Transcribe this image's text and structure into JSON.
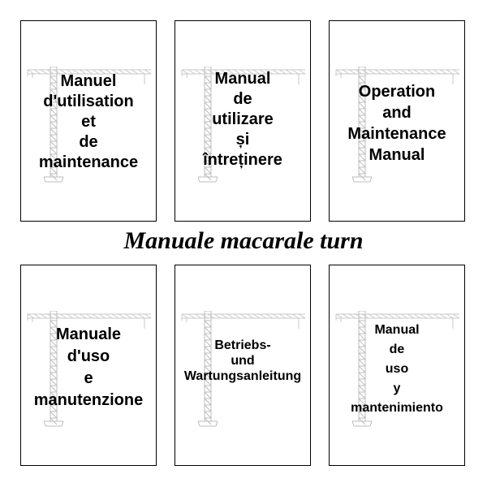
{
  "title": "Manuale macarale turn",
  "manuals": [
    {
      "label": "Manuel\nd'utilisation\net\nde\nmaintenance"
    },
    {
      "label": "Manual\nde\nutilizare\nși\nîntreținere"
    },
    {
      "label": "Operation\nand\nMaintenance\nManual"
    },
    {
      "label": "Manuale\nd'uso\ne\nmanutenzione"
    },
    {
      "label": "Betriebs-\nund\nWartungsanleitung"
    },
    {
      "label": "Manual\nde\nuso\ny\nmantenimiento"
    }
  ]
}
